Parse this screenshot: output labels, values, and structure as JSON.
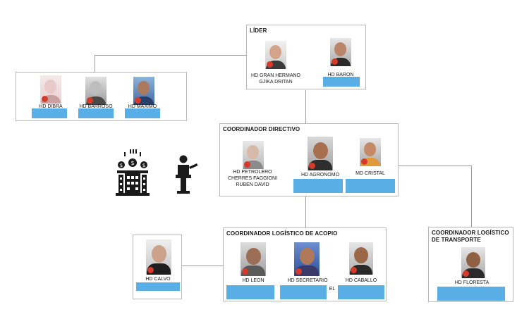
{
  "nodes": {
    "leader": {
      "title": "LÍDER",
      "members": [
        {
          "name_line1": "HD GRAN HERMANO",
          "name_line2": "GJIKA DRITAN",
          "skin": "#d4a58a",
          "shirt": "#3b3b3b",
          "bg_top": "#f2f2f2",
          "bg_bottom": "#c9c9c9"
        },
        {
          "name_line1": "HD BARON",
          "skin": "#b9866a",
          "shirt": "#2a2a2a",
          "bg_top": "#e6e6e6",
          "bg_bottom": "#a9a9a9"
        }
      ]
    },
    "associates": {
      "members": [
        {
          "name": "HD DIBRA",
          "skin": "#e8c8c8",
          "shirt": "#c8a0a0",
          "bg_top": "#f5eaea",
          "bg_bottom": "#e8d0d0"
        },
        {
          "name": "HD BARROSO",
          "skin": "#bdbdbd",
          "shirt": "#4a4a4a",
          "bg_top": "#e0e0e0",
          "bg_bottom": "#9a9a9a"
        },
        {
          "name": "HD MAXIMO",
          "skin": "#a97a5e",
          "shirt": "#27406a",
          "bg_top": "#8fb3d9",
          "bg_bottom": "#3f6aa6"
        }
      ]
    },
    "directive": {
      "title": "COORDINADOR DIRECTIVO",
      "members": [
        {
          "name_line1": "HD PETROLERO",
          "name_line2": "CHERRES FAGGIONI",
          "name_line3": "RUBEN DAVID",
          "skin": "#d8b9a8",
          "shirt": "#8a8a8a",
          "bg_top": "#e8e8e8",
          "bg_bottom": "#b8b8b8"
        },
        {
          "name": "HD AGRONOMO",
          "skin": "#a86f4f",
          "shirt": "#2e2e2e",
          "bg_top": "#d9d9d9",
          "bg_bottom": "#a0a0a0"
        },
        {
          "name": "MD CRISTAL",
          "skin": "#c48a66",
          "shirt": "#e09a3a",
          "bg_top": "#e6e6e6",
          "bg_bottom": "#a8a8a8"
        }
      ]
    },
    "acopio": {
      "title": "COORDINADOR LOGÍSTICO DE ACOPIO",
      "members": [
        {
          "name": "HD LEON",
          "skin": "#9c6e55",
          "shirt": "#5a5a5a",
          "bg_top": "#dcdcdc",
          "bg_bottom": "#9e9e9e"
        },
        {
          "name": "HD SECRETARIO",
          "extra": "EL",
          "skin": "#b07a5a",
          "shirt": "#3a3a6a",
          "bg_top": "#6d8fd0",
          "bg_bottom": "#2d4f9a"
        },
        {
          "name": "HD CABALLO",
          "skin": "#9a6848",
          "shirt": "#2a2a2a",
          "bg_top": "#e6e6e6",
          "bg_bottom": "#b0b0b0"
        }
      ]
    },
    "side": {
      "members": [
        {
          "name": "HD CALVO",
          "skin": "#caa38a",
          "shirt": "#1f1f1f",
          "bg_top": "#efefef",
          "bg_bottom": "#c4c4c4"
        }
      ]
    },
    "transport": {
      "title_line1": "COORDINADOR LOGÍSTICO",
      "title_line2": "DE TRANSPORTE",
      "members": [
        {
          "name": "HD FLORESTA",
          "skin": "#8f6044",
          "shirt": "#2a2a2a",
          "bg_top": "#e6e6e6",
          "bg_bottom": "#a8a8a8"
        }
      ]
    }
  },
  "icons": {
    "money_building": "money-building-icon",
    "speaker": "speaker-at-podium-icon"
  },
  "colors": {
    "redaction": "#5aaee6",
    "stamp": "#d63a2a",
    "edge": "#9a9a9a",
    "border": "#b8b8b8"
  }
}
